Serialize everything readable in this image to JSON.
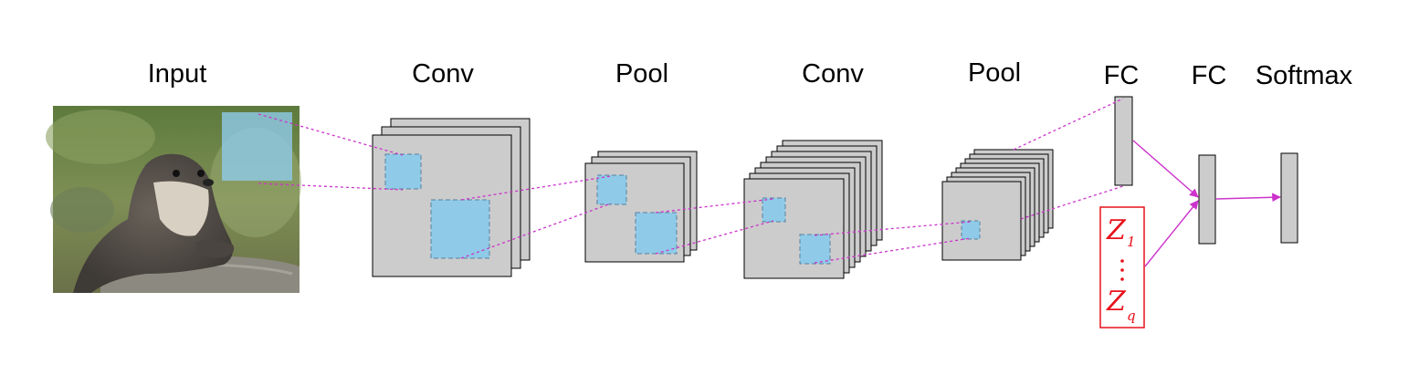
{
  "stages": [
    {
      "id": "input",
      "label": "Input"
    },
    {
      "id": "conv1",
      "label": "Conv"
    },
    {
      "id": "pool1",
      "label": "Pool"
    },
    {
      "id": "conv2",
      "label": "Conv"
    },
    {
      "id": "pool2",
      "label": "Pool"
    },
    {
      "id": "fc1",
      "label": "FC"
    },
    {
      "id": "fc2",
      "label": "FC"
    },
    {
      "id": "softmax",
      "label": "Softmax"
    }
  ],
  "latent": {
    "top": {
      "symbol": "Z",
      "subscript": "1"
    },
    "bottom": {
      "symbol": "Z",
      "subscript": "q"
    }
  },
  "colors": {
    "feature_map_fill": "#cccccc",
    "receptive_field": "#8fcbe8",
    "connection": "#cc33cc",
    "latent_border": "#e8101a"
  },
  "input_image": {
    "subject": "otter sitting on a rock",
    "icon": "otter-photo"
  }
}
